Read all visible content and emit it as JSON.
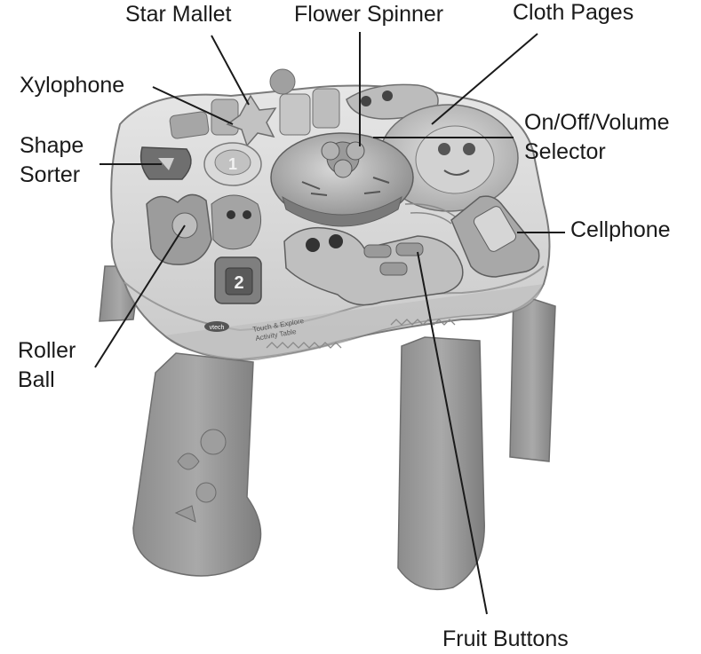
{
  "colors": {
    "ink": "#1a1a1a",
    "body": "#b8b8b8",
    "body_light": "#d9d9d9",
    "body_dark": "#8a8a8a"
  },
  "callouts": [
    {
      "id": "star-mallet",
      "lines": [
        "Star Mallet"
      ]
    },
    {
      "id": "flower-spinner",
      "lines": [
        "Flower Spinner"
      ]
    },
    {
      "id": "cloth-pages",
      "lines": [
        "Cloth Pages"
      ]
    },
    {
      "id": "xylophone",
      "lines": [
        "Xylophone"
      ]
    },
    {
      "id": "on-off-volume-selector",
      "lines": [
        "On/Off/Volume",
        "Selector"
      ]
    },
    {
      "id": "shape-sorter",
      "lines": [
        "Shape",
        "Sorter"
      ]
    },
    {
      "id": "cellphone",
      "lines": [
        "Cellphone"
      ]
    },
    {
      "id": "roller-ball",
      "lines": [
        "Roller",
        "Ball"
      ]
    },
    {
      "id": "fruit-buttons",
      "lines": [
        "Fruit Buttons"
      ]
    }
  ],
  "toy": {
    "brand_text": "vtech",
    "product_text": [
      "Touch & Explore",
      "Activity Table"
    ],
    "shape_numbers": [
      "1",
      "2"
    ]
  }
}
